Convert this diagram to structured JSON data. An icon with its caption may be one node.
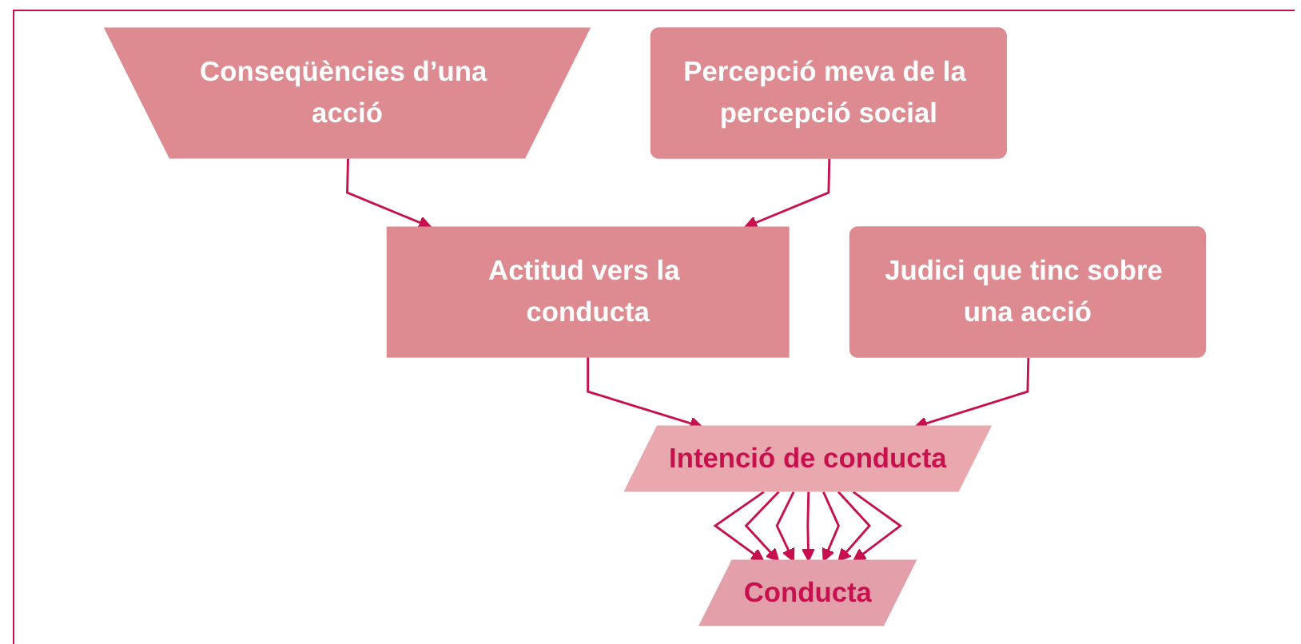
{
  "diagram": {
    "nodes": [
      {
        "text": [
          "Conseqüències d’una acció"
        ]
      },
      {
        "text": [
          "Actitud vers la conducta"
        ]
      },
      {
        "text": [
          "Judici que tinc sobre una acció"
        ]
      },
      {
        "text": [
          "Percepció meva de la percepció social"
        ]
      },
      {
        "text": [
          "Intenció de conducta"
        ]
      },
      {
        "text": [
          "Conducta"
        ]
      }
    ],
    "edges": [
      {
        "from": 0,
        "to": 1,
        "arrow": "to"
      },
      {
        "from": 3,
        "to": 1,
        "arrow": "to"
      },
      {
        "from": 1,
        "to": 4,
        "arrow": "to"
      },
      {
        "from": 2,
        "to": 4,
        "arrow": "to"
      },
      {
        "from": 4,
        "to": 5,
        "arrow": "to"
      },
      {
        "from": 4,
        "to": 5,
        "arrow": "to"
      },
      {
        "from": 4,
        "to": 5,
        "arrow": "to"
      },
      {
        "from": 4,
        "to": 5,
        "arrow": "to"
      },
      {
        "from": 4,
        "to": 5,
        "arrow": "to"
      },
      {
        "from": 4,
        "to": 5,
        "arrow": "to"
      },
      {
        "from": 4,
        "to": 5,
        "arrow": "to"
      }
    ]
  }
}
